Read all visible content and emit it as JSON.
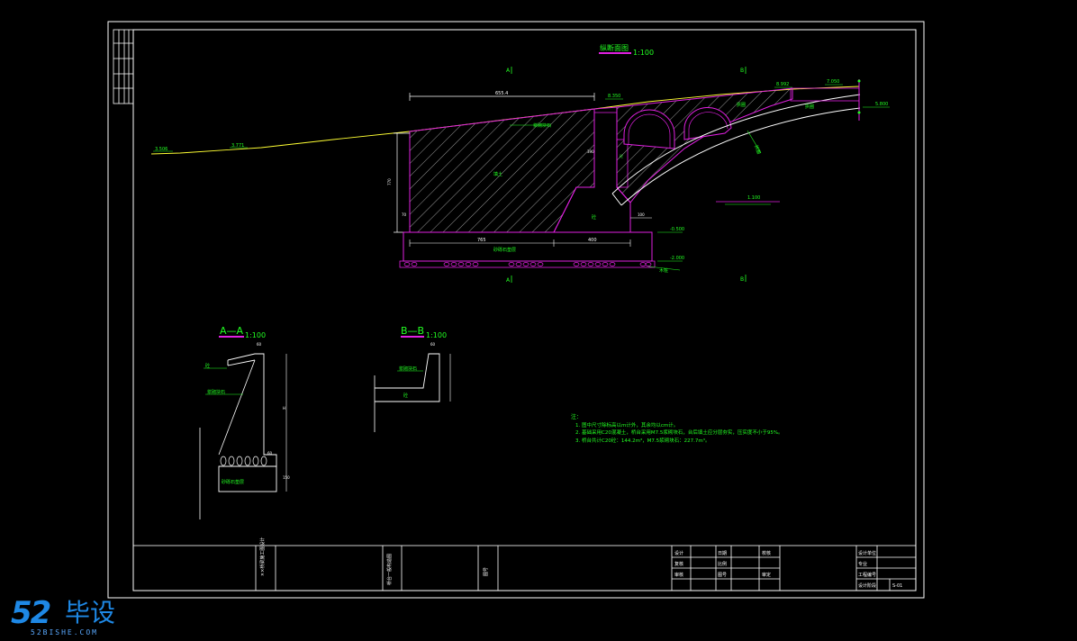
{
  "drawing": {
    "main_title": "纵断面图",
    "main_scale": "1:100",
    "section_marks": {
      "a": "A",
      "b": "B"
    },
    "elevations": {
      "left_ground": "3.506",
      "left_ground2": "3.771",
      "top_mid": "8.350",
      "top_right1": "8.992",
      "top_right2": "7.050",
      "right_end": "5.800",
      "found_top": "-0.500",
      "found_bot": "-2.000",
      "water": "1.100"
    },
    "dims": {
      "top_span": "655.4",
      "height_left": "770",
      "base_left": "765",
      "base_right": "400",
      "toe_right": "100",
      "step": "70",
      "wall": "390"
    },
    "labels": {
      "fill": "填土",
      "masonry": "浆砌块石",
      "bedding": "砂砾石垫层",
      "piles": "木桩",
      "arch": "拱圈",
      "concrete": "砼"
    },
    "section_aa": {
      "title": "A—A",
      "scale": "1:100",
      "d1": "60",
      "d2": "H",
      "d3": "150",
      "d4": "60"
    },
    "section_bb": {
      "title": "B—B",
      "scale": "1:100",
      "d1": "60"
    },
    "notes": {
      "title": "注：",
      "n1": "1. 图中尺寸除标高以m计外，其余均以cm计。",
      "n2": "2. 基础采用C20混凝土，桥台采用M7.5浆砌块石，台后填土应分层夯实，压实度不小于95%。",
      "n3": "3. 桥台共计C20砼：144.2m³，M7.5浆砌块石：227.7m³。"
    }
  },
  "title_block": {
    "project": "××桥梁施工图设计",
    "drawing_name": "桥台一般构造图",
    "col3": "图号",
    "r1": [
      "设计",
      "复核",
      "审核"
    ],
    "r2": [
      "日期",
      "比例",
      "图号"
    ],
    "r3": [
      "校核",
      "审定"
    ],
    "right": [
      "设计单位",
      "专业",
      "工程编号",
      "设计阶段"
    ],
    "sheet": "S-01"
  },
  "watermark": {
    "num": "52",
    "cn": "毕设",
    "sub": "52BISHE.COM"
  }
}
